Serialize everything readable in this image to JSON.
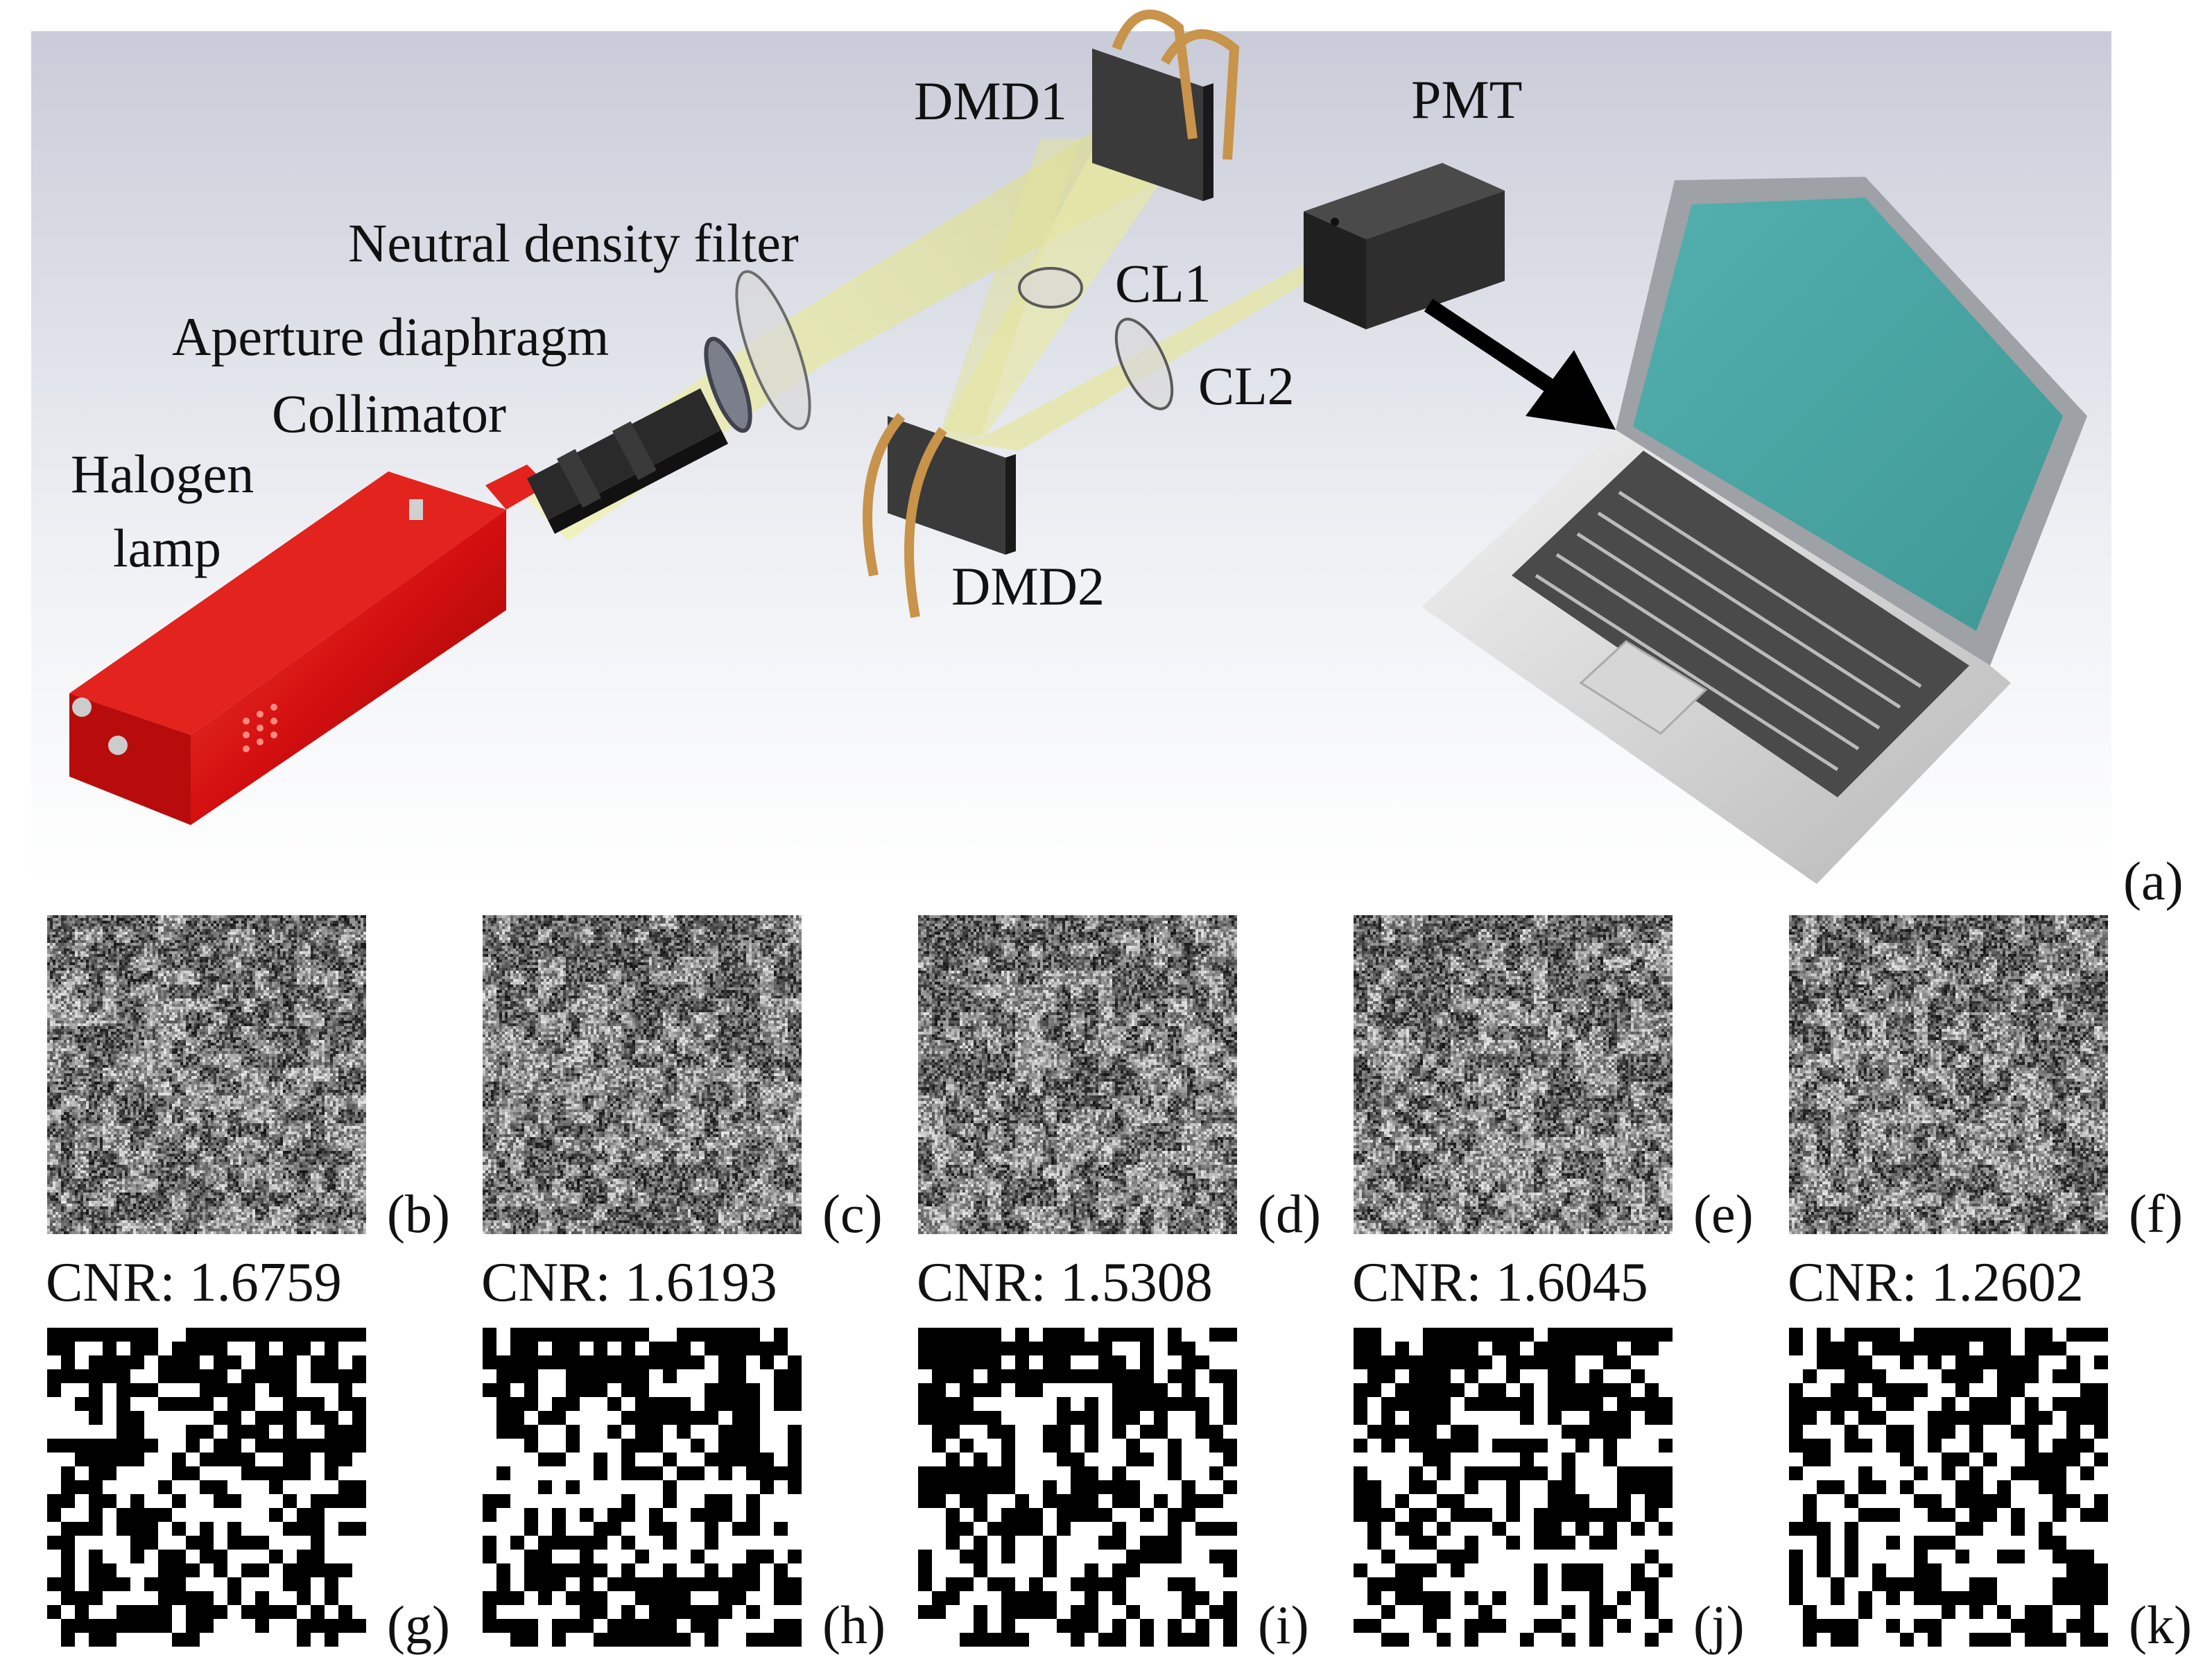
{
  "setup": {
    "labels": {
      "dmd1": "DMD1",
      "dmd2": "DMD2",
      "pmt": "PMT",
      "nd_filter": "Neutral density filter",
      "aperture": "Aperture diaphragm",
      "collimator": "Collimator",
      "halogen_line1": "Halogen",
      "halogen_line2": "lamp",
      "cl1": "CL1",
      "cl2": "CL2"
    },
    "panel_letter": "(a)",
    "colors": {
      "lamp": "#d40f0f",
      "beam": "#e6e6a6",
      "screen": "#4aa6a4",
      "dmd_cable": "#c8934a"
    }
  },
  "results": [
    {
      "noisy_letter": "(b)",
      "binary_letter": "(g)",
      "cnr_label": "CNR: 1.6759"
    },
    {
      "noisy_letter": "(c)",
      "binary_letter": "(h)",
      "cnr_label": "CNR: 1.6193"
    },
    {
      "noisy_letter": "(d)",
      "binary_letter": "(i)",
      "cnr_label": "CNR: 1.5308"
    },
    {
      "noisy_letter": "(e)",
      "binary_letter": "(j)",
      "cnr_label": "CNR: 1.6045"
    },
    {
      "noisy_letter": "(f)",
      "binary_letter": "(k)",
      "cnr_label": "CNR: 1.2602"
    }
  ]
}
